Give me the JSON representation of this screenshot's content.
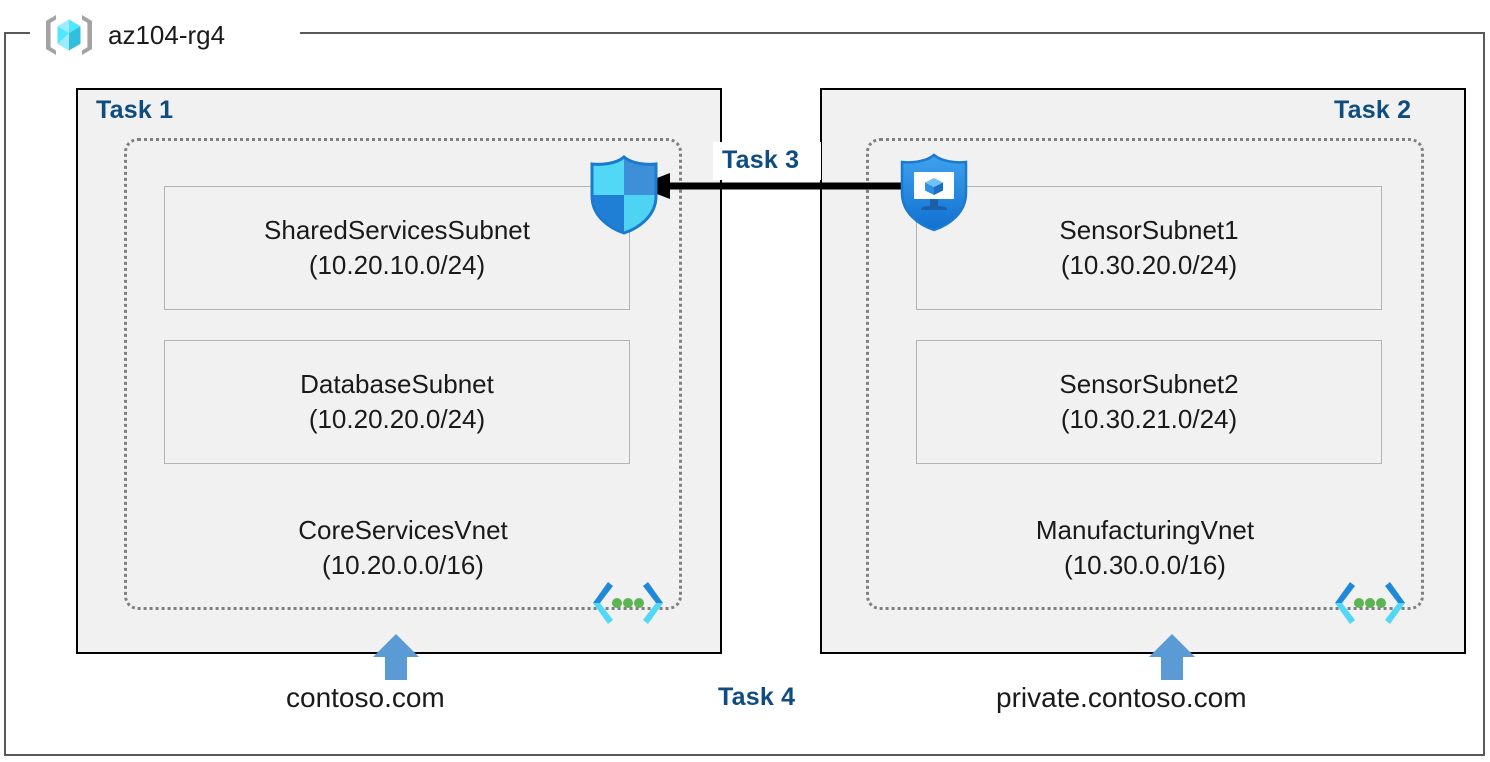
{
  "resource_group": {
    "name": "az104-rg4",
    "icon": "resource-group-cube-icon"
  },
  "tasks": {
    "task1_label": "Task 1",
    "task2_label": "Task 2",
    "task3_label": "Task 3",
    "task4_label": "Task 4"
  },
  "vnets": [
    {
      "id": "corevnet",
      "name": "CoreServicesVnet",
      "cidr": "(10.20.0.0/16)",
      "task": "Task 1",
      "subnets": [
        {
          "name": "SharedServicesSubnet",
          "cidr": "(10.20.10.0/24)"
        },
        {
          "name": "DatabaseSubnet",
          "cidr": "(10.20.20.0/24)"
        }
      ],
      "peering_icon": "vnet-peering-icon",
      "dns_zone": "contoso.com"
    },
    {
      "id": "manufacturingvnet",
      "name": "ManufacturingVnet",
      "cidr": "(10.30.0.0/16)",
      "task": "Task 2",
      "subnets": [
        {
          "name": "SensorSubnet1",
          "cidr": "(10.30.20.0/24)"
        },
        {
          "name": "SensorSubnet2",
          "cidr": "(10.30.21.0/24)"
        }
      ],
      "peering_icon": "vnet-peering-icon",
      "dns_zone": "private.contoso.com"
    }
  ],
  "icons": {
    "nsg_shield": "network-security-group-shield-icon",
    "asg_shield": "application-security-group-shield-icon",
    "connector": "peering-connection-arrow",
    "dns_arrow": "dns-up-arrow-icon"
  },
  "colors": {
    "task_label": "#0f4c81",
    "panel_fill": "#f1f1f1",
    "panel_border": "#000000",
    "vnet_border": "#808080",
    "subnet_border": "#b3b3b3",
    "frame_border": "#595959",
    "arrow_blue": "#5b9bd5",
    "azure_cyan": "#50e6ff",
    "azure_blue": "#0078d4",
    "peering_green": "#5ab552"
  }
}
